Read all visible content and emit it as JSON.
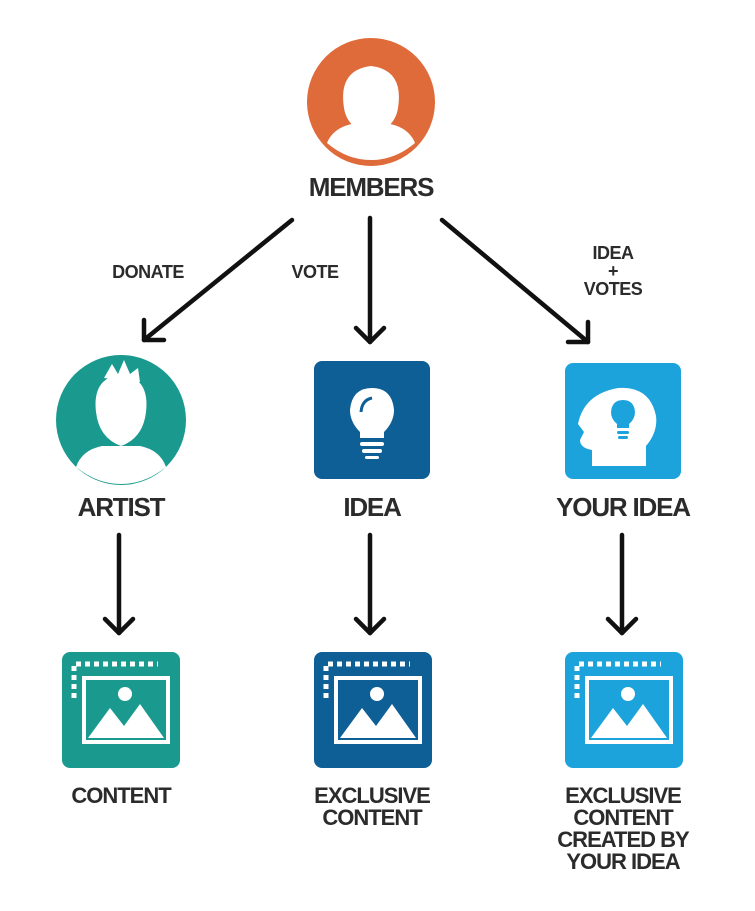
{
  "members": {
    "title": "MEMBERS",
    "icon": "person-female-icon",
    "color": "#e06b3a"
  },
  "edges": {
    "donate": "DONATE",
    "vote": "VOTE",
    "idea_votes": "IDEA\n+\nVOTES"
  },
  "nodes": {
    "artist": {
      "title": "ARTIST",
      "icon": "person-male-icon",
      "color": "#1a9a8e"
    },
    "idea": {
      "title": "IDEA",
      "icon": "lightbulb-icon",
      "color": "#0e5f96"
    },
    "your_idea": {
      "title": "YOUR IDEA",
      "icon": "head-lightbulb-icon",
      "color": "#1da3db"
    }
  },
  "results": {
    "content": {
      "title": "CONTENT",
      "icon": "image-icon",
      "color": "#1a9a8e"
    },
    "exclusive": {
      "title": "EXCLUSIVE\nCONTENT",
      "icon": "image-icon",
      "color": "#0e5f96"
    },
    "exclusive_idea": {
      "title": "EXCLUSIVE\nCONTENT\nCREATED BY\nYOUR IDEA",
      "icon": "image-icon",
      "color": "#1da3db"
    }
  }
}
